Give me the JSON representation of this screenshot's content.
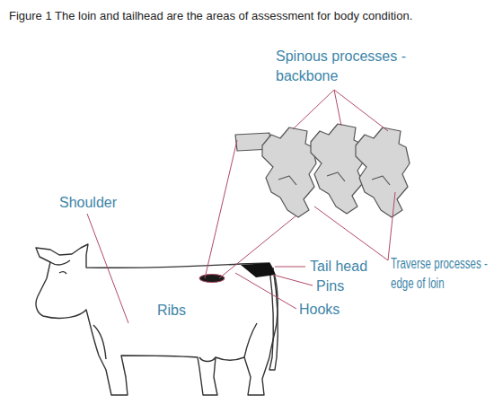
{
  "diagram": {
    "title": "Figure 1 The loin and tailhead are the areas of assessment for body condition.",
    "labels": [
      "Spinous processes - backbone",
      "Shoulder",
      "Ribs",
      "Tail head",
      "Pins",
      "Hooks",
      "Traverse processes - edge of loin"
    ]
  }
}
